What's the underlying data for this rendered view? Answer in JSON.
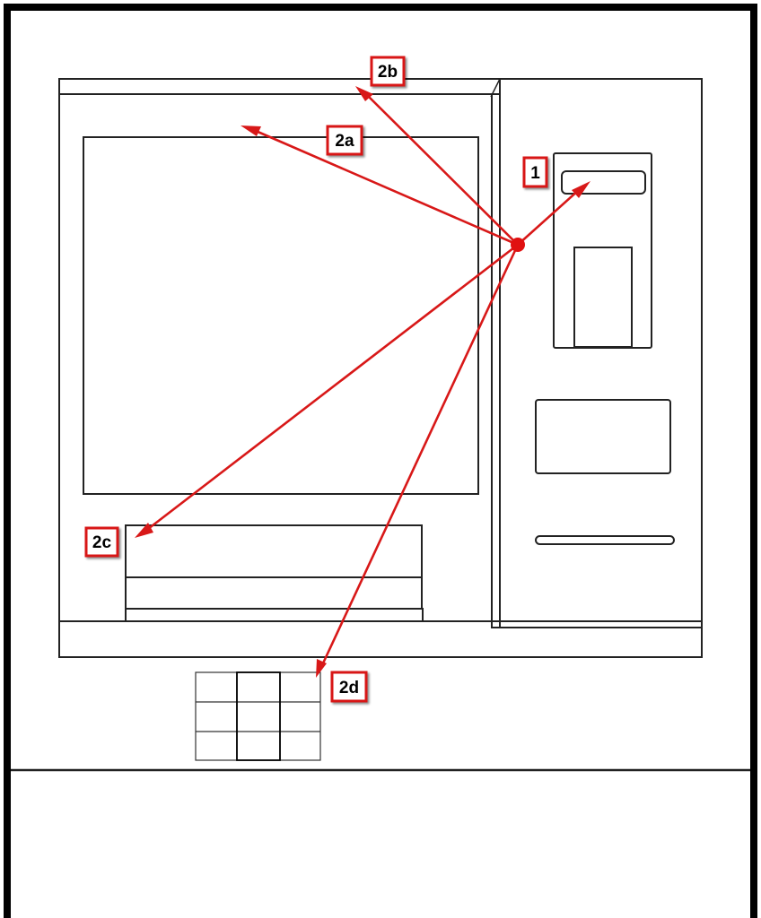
{
  "labels": {
    "card_slot": "1",
    "top_panel": "2a",
    "top_edge": "2b",
    "lower_front": "2c",
    "keypad_area": "2d"
  },
  "colors": {
    "annotation_red": "#d81818",
    "outline": "#222222",
    "background": "#ffffff"
  }
}
